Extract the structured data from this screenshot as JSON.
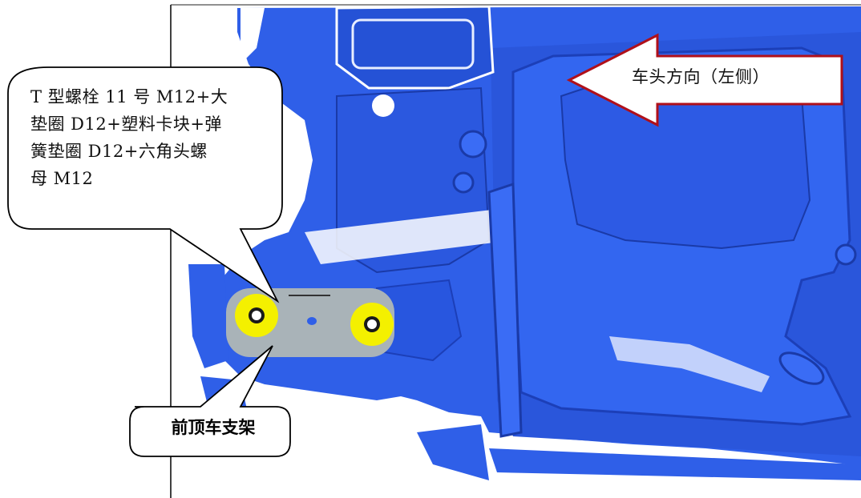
{
  "callout": {
    "lines": [
      "T 型螺栓 11 号 M12+大",
      "垫圈 D12+塑料卡块+弹",
      "簧垫圈 D12+六角头螺",
      "母 M12"
    ]
  },
  "direction_label": "车头方向（左侧）",
  "part_label": "前顶车支架",
  "colors": {
    "part_blue": "#2f5fe8",
    "part_dark": "#1c3fb8",
    "bracket_gray": "#a9b3b8",
    "washer_yellow": "#f4f000",
    "arrow_outline": "#b0101a"
  }
}
